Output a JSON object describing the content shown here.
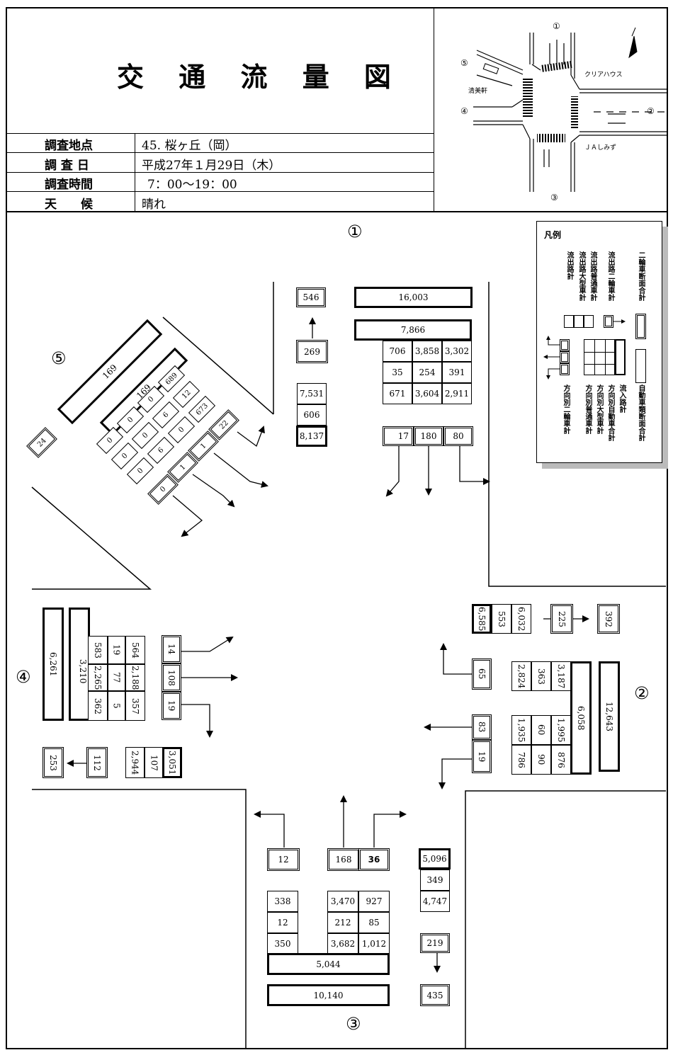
{
  "header": {
    "title": "交 通 流 量 図",
    "info": [
      {
        "label": "調査地点",
        "value": "45. 桜ヶ丘（岡）"
      },
      {
        "label": "調 査 日",
        "value": "平成27年１月29日（木）"
      },
      {
        "label": "調査時間",
        "value": "7：00～19：00"
      },
      {
        "label": "天　　候",
        "value": "晴れ"
      }
    ]
  },
  "map": {
    "approaches": [
      "①",
      "②",
      "③",
      "④",
      "⑤"
    ],
    "labels": {
      "clear_house": "クリアハウス",
      "seibiken": "清美軒",
      "ja": "ＪＡしみず"
    }
  },
  "approach_labels": {
    "a1": "①",
    "a2": "②",
    "a3": "③",
    "a4": "④",
    "a5": "⑤"
  },
  "legend": {
    "title": "凡例",
    "top": [
      "流出路計",
      "流出路大型車計",
      "流出路普通車計",
      "流出路二輪車計",
      "二輪車断面合計"
    ],
    "bottom": [
      "方向別二輪車計",
      "方向別普通車計",
      "方向別大型車計",
      "方向別自動車合計",
      "流入路計",
      "自動車類断面合計"
    ]
  },
  "approach1": {
    "section_total": "16,003",
    "inflow": "7,866",
    "dir_total": [
      "706",
      "3,858",
      "3,302"
    ],
    "dir_large": [
      "35",
      "254",
      "391"
    ],
    "dir_normal": [
      "671",
      "3,604",
      "2,911"
    ],
    "two_wheel": [
      "17",
      "180",
      "80"
    ],
    "out_two_wheel": "269",
    "two_wheel_section": "546",
    "out_normal": "7,531",
    "out_large": "606",
    "out_total": "8,137"
  },
  "approach2": {
    "out_normal": "6,032",
    "out_large": "553",
    "out_total": "6,585",
    "out_two_wheel": "225",
    "two_wheel_section": "392",
    "dir_total": [
      "3,187",
      "1,995",
      "876"
    ],
    "dir_large": [
      "363",
      "60",
      "90"
    ],
    "dir_normal": [
      "2,824",
      "1,935",
      "786"
    ],
    "two_wheel": [
      "65",
      "83",
      "19"
    ],
    "inflow": "6,058",
    "section_total": "12,643"
  },
  "approach3": {
    "out_total": "5,096",
    "out_large": "349",
    "out_normal": "4,747",
    "out_two_wheel": "219",
    "two_wheel_section": "435",
    "two_wheel": [
      "12",
      "168",
      "36"
    ],
    "dir_left": [
      "338",
      "12",
      "350"
    ],
    "dir_mid": [
      "3,470",
      "212",
      "3,682"
    ],
    "dir_right": [
      "927",
      "85",
      "1,012"
    ],
    "inflow": "5,044",
    "section_total": "10,140"
  },
  "approach4": {
    "section_total": "6,261",
    "inflow": "3,210",
    "dir_a": [
      "583",
      "19",
      "564"
    ],
    "dir_b": [
      "2,265",
      "77",
      "2,188"
    ],
    "dir_c": [
      "362",
      "5",
      "357"
    ],
    "two_wheel": [
      "14",
      "108",
      "19"
    ],
    "two_wheel_section": "253",
    "out_two_wheel": "112",
    "out_normal": "2,944",
    "out_large": "107",
    "out_total": "3,051"
  },
  "approach5": {
    "section_total": "169",
    "inflow": "169",
    "grid": [
      "689",
      "12",
      "673",
      "0",
      "6",
      "0",
      "0",
      "0",
      "6",
      "0",
      "0",
      "0"
    ],
    "two_wheel": [
      "22",
      "1",
      "1",
      "0"
    ],
    "two_wheel_section": "24"
  }
}
